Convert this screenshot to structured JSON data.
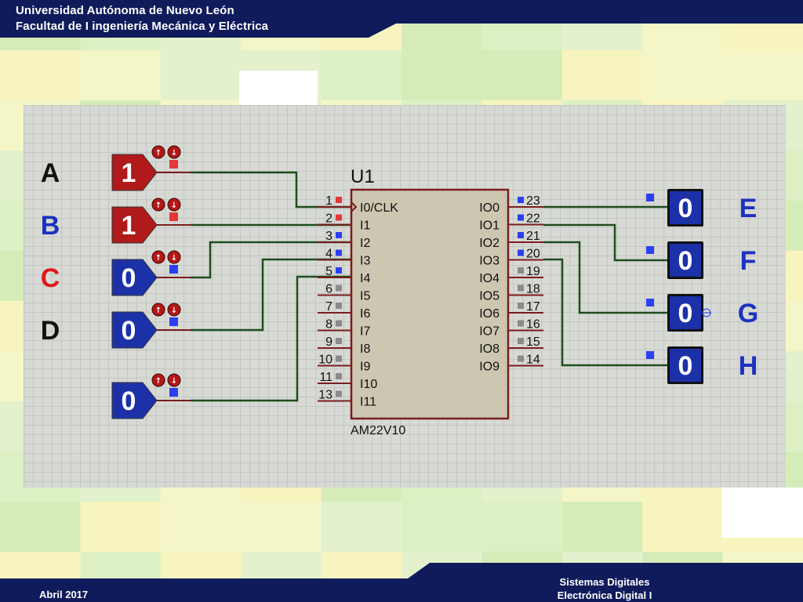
{
  "header": {
    "line1": "Universidad Autónoma de Nuevo León",
    "line2": "Facultad de I ingeniería Mecánica y Eléctrica"
  },
  "footer": {
    "date": "Abril 2017",
    "course_line1": "Sistemas Digitales",
    "course_line2": "Electrónica Digital I"
  },
  "colors": {
    "header_bg": "#0f1b5a",
    "input_high": "#b01a1a",
    "input_low": "#1c31a8",
    "wire": "#1e4d1e",
    "chip_body": "#cdc6b0",
    "chip_border": "#7a1d1d",
    "label_blue": "#1c31c0",
    "label_red": "#e01818"
  },
  "inputs": {
    "labels": [
      {
        "text": "A",
        "color": "#111111"
      },
      {
        "text": "B",
        "color": "#1c31c0"
      },
      {
        "text": "C",
        "color": "#e01818"
      },
      {
        "text": "D",
        "color": "#111111"
      }
    ],
    "switches": [
      {
        "value": "1",
        "state": "high"
      },
      {
        "value": "1",
        "state": "high"
      },
      {
        "value": "0",
        "state": "low"
      },
      {
        "value": "0",
        "state": "low"
      },
      {
        "value": "0",
        "state": "low"
      }
    ]
  },
  "chip": {
    "ref": "U1",
    "part": "AM22V10",
    "left_pins": [
      {
        "num": "1",
        "name": "I0/CLK",
        "state": "high"
      },
      {
        "num": "2",
        "name": "I1",
        "state": "high"
      },
      {
        "num": "3",
        "name": "I2",
        "state": "low"
      },
      {
        "num": "4",
        "name": "I3",
        "state": "low"
      },
      {
        "num": "5",
        "name": "I4",
        "state": "low"
      },
      {
        "num": "6",
        "name": "I5",
        "state": "none"
      },
      {
        "num": "7",
        "name": "I6",
        "state": "none"
      },
      {
        "num": "8",
        "name": "I7",
        "state": "none"
      },
      {
        "num": "9",
        "name": "I8",
        "state": "none"
      },
      {
        "num": "10",
        "name": "I9",
        "state": "none"
      },
      {
        "num": "11",
        "name": "I10",
        "state": "none"
      },
      {
        "num": "13",
        "name": "I11",
        "state": "none"
      }
    ],
    "right_pins": [
      {
        "num": "23",
        "name": "IO0",
        "state": "low"
      },
      {
        "num": "22",
        "name": "IO1",
        "state": "low"
      },
      {
        "num": "21",
        "name": "IO2",
        "state": "low"
      },
      {
        "num": "20",
        "name": "IO3",
        "state": "low"
      },
      {
        "num": "19",
        "name": "IO4",
        "state": "none"
      },
      {
        "num": "18",
        "name": "IO5",
        "state": "none"
      },
      {
        "num": "17",
        "name": "IO6",
        "state": "none"
      },
      {
        "num": "16",
        "name": "IO7",
        "state": "none"
      },
      {
        "num": "15",
        "name": "IO8",
        "state": "none"
      },
      {
        "num": "14",
        "name": "IO9",
        "state": "none"
      }
    ]
  },
  "outputs": {
    "displays": [
      {
        "value": "0",
        "label": "E"
      },
      {
        "value": "0",
        "label": "F"
      },
      {
        "value": "0",
        "label": "G"
      },
      {
        "value": "0",
        "label": "H"
      }
    ]
  }
}
